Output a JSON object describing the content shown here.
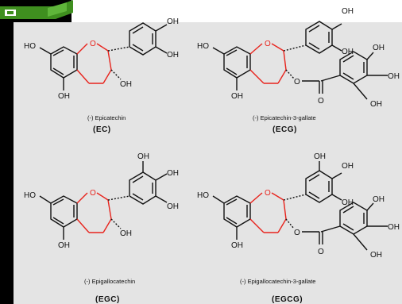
{
  "molecules": [
    {
      "key": "ec",
      "name": "(-) Epicatechin",
      "abbr": "(EC)",
      "atoms": {
        "ring_o": "O",
        "oh_7": "HO",
        "oh_5": "OH",
        "oh_3": "OH",
        "oh_3p": "OH",
        "oh_4p": "OH"
      }
    },
    {
      "key": "ecg",
      "name": "(-) Epicatechin-3-gallate",
      "abbr": "(ECG)",
      "atoms": {
        "ring_o": "O",
        "oh_7": "HO",
        "oh_5": "OH",
        "oh_3p": "OH",
        "oh_4p": "OH",
        "ester_o": "O",
        "carbonyl_o": "O",
        "gal_oh_a": "OH",
        "gal_oh_b": "OH",
        "gal_oh_c": "OH"
      }
    },
    {
      "key": "egc",
      "name": "(-) Epigallocatechin",
      "abbr": "(EGC)",
      "atoms": {
        "ring_o": "O",
        "oh_7": "HO",
        "oh_5": "OH",
        "oh_3": "OH",
        "oh_3p": "OH",
        "oh_4p": "OH",
        "oh_5p": "OH"
      }
    },
    {
      "key": "egcg",
      "name": "(-) Epigallocatechin-3-gallate",
      "abbr": "(EGCG)",
      "atoms": {
        "ring_o": "O",
        "oh_7": "HO",
        "oh_5": "OH",
        "oh_3p": "OH",
        "oh_4p": "OH",
        "oh_5p": "OH",
        "ester_o": "O",
        "carbonyl_o": "O",
        "gal_oh_a": "OH",
        "gal_oh_b": "OH",
        "gal_oh_c": "OH"
      }
    }
  ],
  "colors": {
    "ring_oxygen": "#e8231c",
    "bond": "#111111",
    "background": "#e4e4e4",
    "logo_green": "#3f8f1f"
  },
  "icons": {
    "logo": "green-arrow-logo-icon"
  }
}
